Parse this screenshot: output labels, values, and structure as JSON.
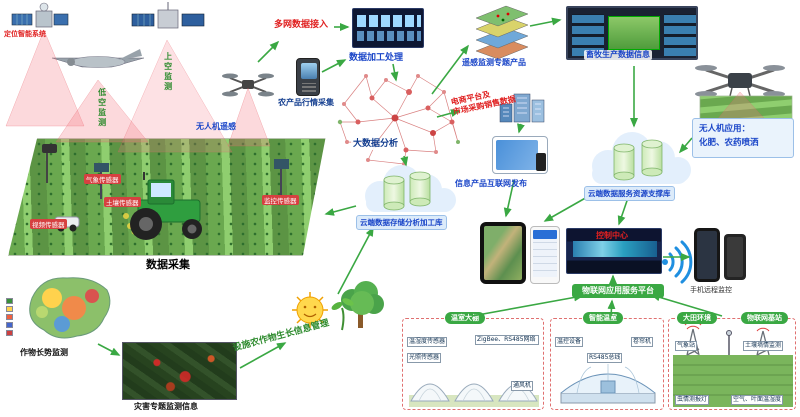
{
  "colors": {
    "arrow_green": "#3aa843",
    "alert_red": "#e02020",
    "label_blue": "#1b46c8",
    "map_legend": [
      "#3a8f3a",
      "#ffd24d",
      "#f06040",
      "#4466cc",
      "#cc4040"
    ]
  },
  "sky": {
    "satellite_label": "定位智能系统",
    "low_altitude": "低空监测",
    "high_altitude": "上空监测",
    "uav_remote_sensing": "无人机遥感"
  },
  "farm": {
    "sensor_video": "视频传感器",
    "sensor_weather": "气象传感器",
    "sensor_soil": "土壤传感器",
    "sensor_monitor": "监控传感器",
    "data_collection": "数据采集"
  },
  "center": {
    "multi_network_access": "多网数据接入",
    "data_processing": "数据加工处理",
    "market_collection": "农产品行情采集",
    "big_data_analysis": "大数据分析",
    "rs_products": "遥感监测专题产品",
    "ecommerce_line1": "电商平台及",
    "ecommerce_line2": "市场采购销售数据",
    "info_release": "信息产品互联网发布",
    "cloud_storage": "云端数据存储分析加工库",
    "cloud_service": "云端数据服务资源支撑库"
  },
  "right": {
    "livestock_info": "畜牧生产数据信息",
    "uav_app_line1": "无人机应用：",
    "uav_app_line2": "化肥、农药喷洒",
    "control_center": "控制中心",
    "iot_platform": "物联网应用服务平台",
    "phone_monitor": "手机远程监控"
  },
  "bottom": {
    "crop_growth": "作物长势监测",
    "disaster_info": "灾害专题监测信息",
    "facility_growth": "设施农作物生长信息管理"
  },
  "greenhouse1": {
    "title": "温室大棚",
    "items": [
      "温湿度传感器",
      "光照传感器",
      "ZigBee、RS485网络",
      "通风机"
    ]
  },
  "greenhouse2": {
    "title": "智能温室",
    "items": [
      "温控设备",
      "卷帘机",
      "RS485总线"
    ]
  },
  "field3": {
    "title": "大田环境",
    "tag": "物联网基站",
    "items": [
      "气象站",
      "土壤墒情监测",
      "虫情测报灯",
      "空气、叶面温湿度"
    ]
  }
}
